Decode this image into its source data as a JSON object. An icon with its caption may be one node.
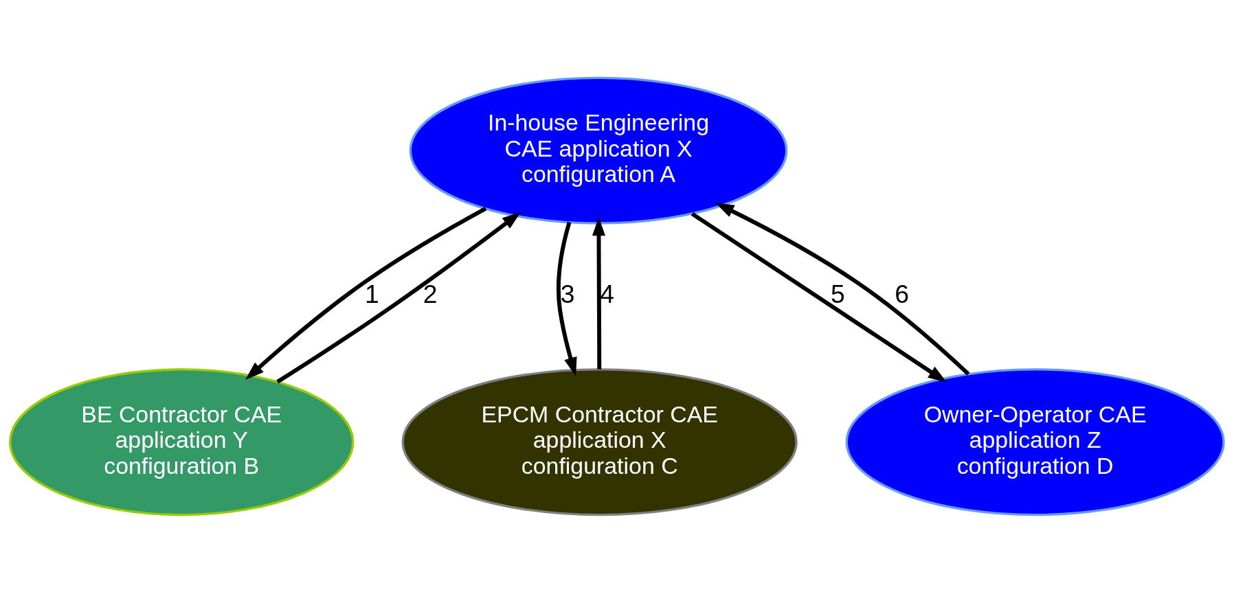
{
  "diagram": {
    "nodes": [
      {
        "text": [
          "In-house Engineering CAE application X configuration A"
        ]
      },
      {
        "text": [
          "BE Contractor CAE application Y configuration B"
        ]
      },
      {
        "text": [
          "EPCM Contractor CAE application X configuration C"
        ]
      },
      {
        "text": [
          "Owner-Operator CAE application Z configuration D"
        ]
      }
    ],
    "edges": [
      {
        "from": 0,
        "to": 1,
        "arrow": "to",
        "label": "1"
      },
      {
        "from": 1,
        "to": 0,
        "arrow": "to",
        "label": "2"
      },
      {
        "from": 0,
        "to": 2,
        "arrow": "to",
        "label": "3"
      },
      {
        "from": 2,
        "to": 0,
        "arrow": "to",
        "label": "4"
      },
      {
        "from": 0,
        "to": 3,
        "arrow": "to",
        "label": "5"
      },
      {
        "from": 3,
        "to": 0,
        "arrow": "to",
        "label": "6"
      }
    ]
  }
}
